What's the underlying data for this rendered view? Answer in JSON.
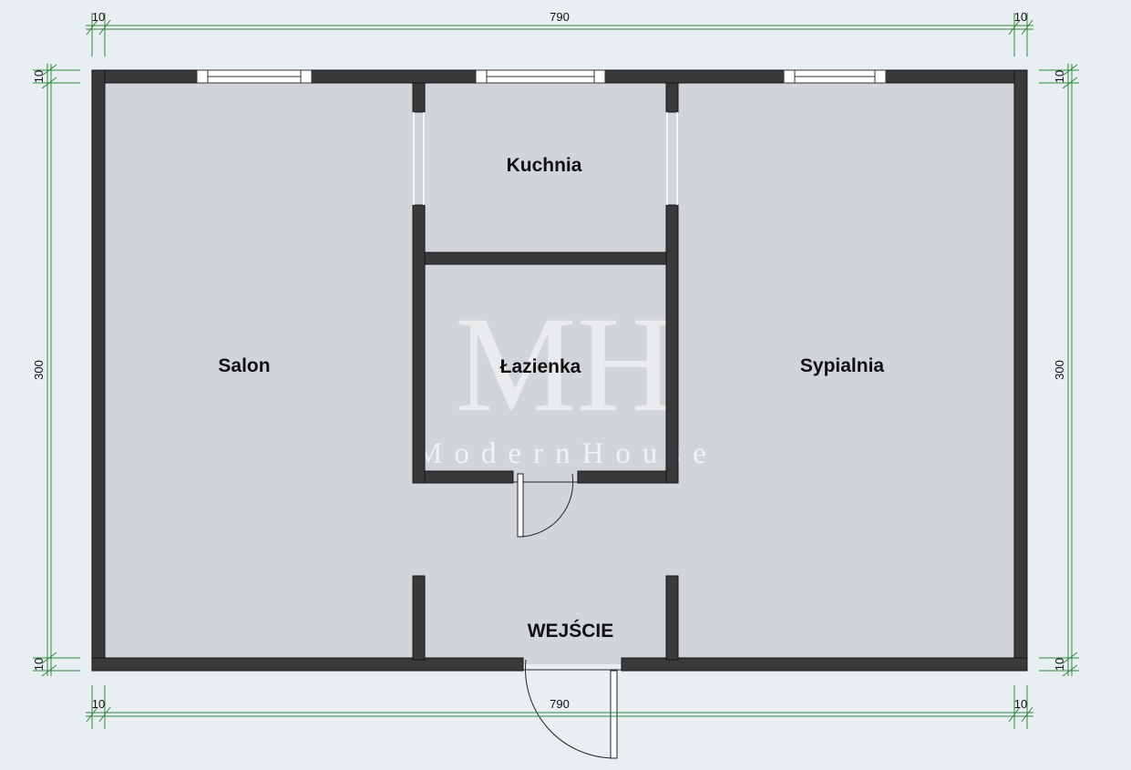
{
  "rooms": {
    "salon": "Salon",
    "kuchnia": "Kuchnia",
    "lazienka": "Łazienka",
    "sypialnia": "Sypialnia",
    "wejscie": "WEJŚCIE"
  },
  "dimensions": {
    "top_total": "790",
    "bottom_total": "790",
    "left_total": "300",
    "right_total": "300",
    "wall_thickness": "10"
  },
  "watermark": {
    "logo": "MH",
    "name": "ModernHouse"
  },
  "colors": {
    "background": "#e8eef2",
    "floor": "#d1d4d9",
    "wall": "#3a3a3a",
    "dimension_line": "#2e8b3a"
  }
}
